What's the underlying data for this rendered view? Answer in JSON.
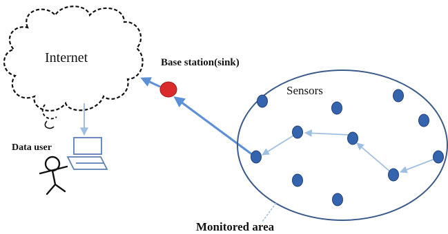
{
  "labels": {
    "internet": "Internet",
    "base_station": "Base station(sink)",
    "sensors": "Sensors",
    "data_user": "Data user",
    "monitored_area": "Monitored area"
  },
  "colors": {
    "sensor_fill": "#3464ae",
    "sensor_stroke": "#223f78",
    "area_stroke": "#3a5a8a",
    "route_line": "#9fbfe0",
    "main_link": "#5b8fd6",
    "sink_fill": "#d92b2b",
    "cloud_stroke": "#111111",
    "laptop_stroke": "#5a7fb5"
  },
  "icons": {
    "cloud": "cloud-icon",
    "sink": "base-station-icon",
    "user": "stick-figure-icon",
    "laptop": "laptop-icon"
  }
}
